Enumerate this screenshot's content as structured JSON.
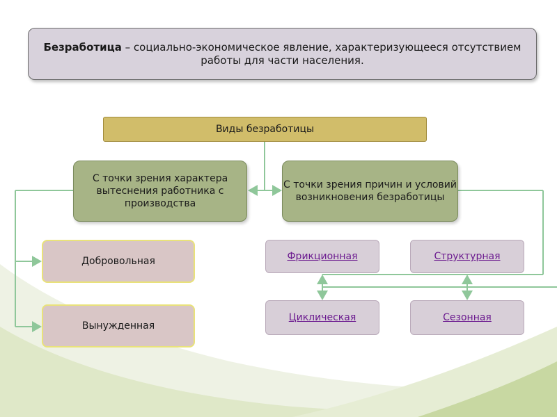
{
  "definition": {
    "term": "Безработица",
    "text": " – социально-экономическое явление, характеризующееся отсутствием работы для части населения."
  },
  "types": {
    "title": "Виды безработицы",
    "by_character": "С точки зрения характера вытеснения работника с производства",
    "by_causes": "С точки зрения причин и условий возникновения безработицы",
    "voluntary": "Добровольная",
    "forced": "Вынужденная",
    "frictional": "Фрикционная",
    "structural": "Структурная",
    "cyclical": "Циклическая",
    "seasonal": "Сезонная"
  },
  "colors": {
    "connector": "#8fc79a",
    "background_swirl": "#a8c07a"
  }
}
